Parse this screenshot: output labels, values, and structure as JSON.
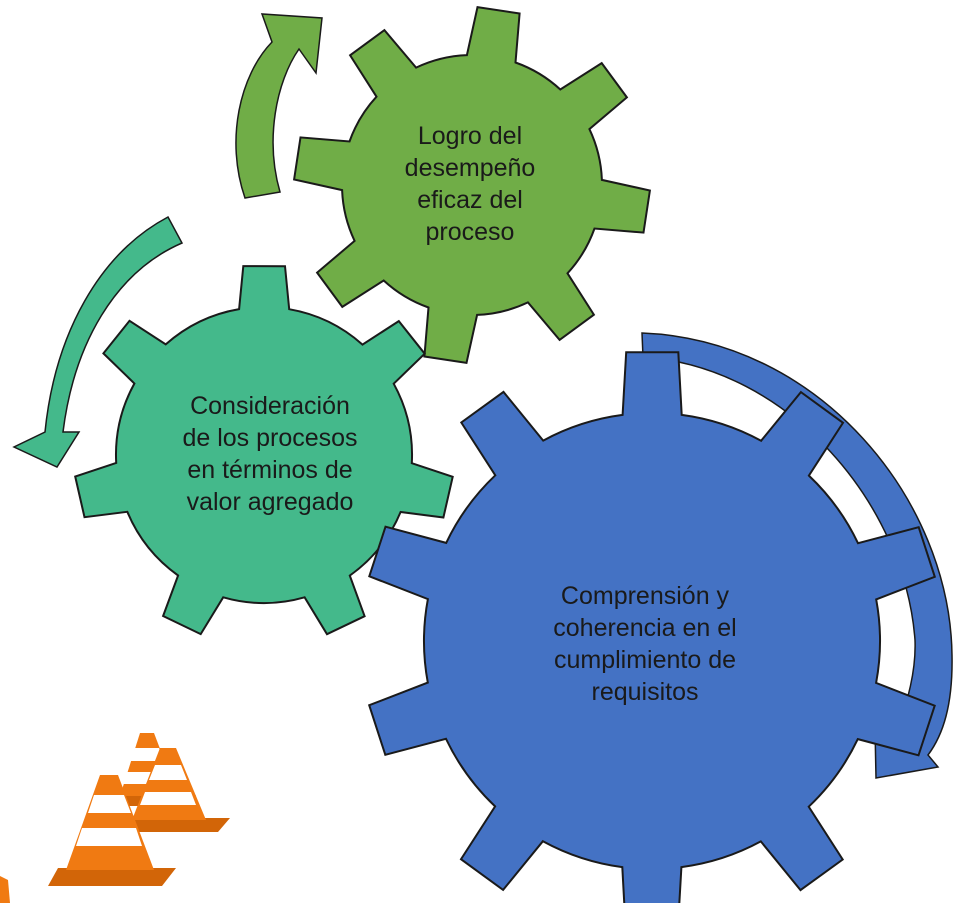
{
  "colors": {
    "green_gear": "#70ad47",
    "teal_gear": "#44b98b",
    "blue_gear": "#4472c4",
    "outline": "#1a1a1a",
    "cone_orange": "#f07a12",
    "cone_stripe": "#ffffff"
  },
  "gears": {
    "green": {
      "label": "Logro del\ndesempeño\neficaz del\nproceso"
    },
    "teal": {
      "label": "Consideración\nde los procesos\nen términos de\nvalor agregado"
    },
    "blue": {
      "label": "Comprensión y\ncoherencia en el\ncumplimiento de\nrequisitos"
    }
  },
  "icons": {
    "cones": "traffic-cones-icon",
    "arrow_green": "curved-arrow-up-icon",
    "arrow_teal": "curved-arrow-down-icon",
    "arrow_blue": "curved-arrow-down-icon"
  }
}
